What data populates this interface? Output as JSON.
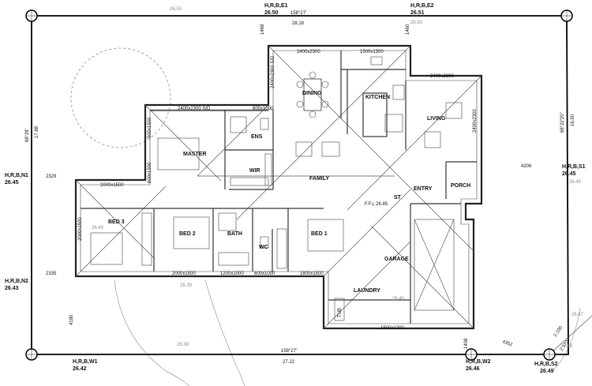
{
  "survey": {
    "corner_ne_label": "H,R,B,E1",
    "corner_ne_value": "26.50",
    "corner_ne2_label": "H,R,B,E2",
    "corner_ne2_value": "26.51",
    "corner_n1_label": "H,R,B,N1",
    "corner_n1_value": "26.45",
    "corner_n2_label": "H,R,B,N2",
    "corner_n2_value": "26.43",
    "corner_s1_label": "H,R,B,S1",
    "corner_s1_value": "26.45",
    "corner_w1_label": "H,R,B,W1",
    "corner_w1_value": "26.42",
    "corner_w2_label": "H,R,B,W2",
    "corner_w2_value": "26.46",
    "corner_s2_label": "H,R,B,S2",
    "corner_s2_value": "26.49",
    "top_spot": "26.50",
    "bearing_top": "158°27'",
    "length_top": "28.18",
    "bearing_bottom": "158°27'",
    "length_bottom": "27.22",
    "bearing_left": "68°28'",
    "length_left": "17.88",
    "bearing_right": "68°22'20\"",
    "length_right": "16.90",
    "spot_1": "26.39",
    "spot_2": "26.39",
    "spot_3": "26.45",
    "spot_4": "26.45",
    "spot_5": "26.47",
    "spot_6": "26.49",
    "spot_7": "26.50",
    "spot_8": "26.43",
    "ffl": "F.F.L 26.85"
  },
  "rooms": {
    "dining": "DINING",
    "kitchen": "KITCHEN",
    "living": "LIVING",
    "master": "MASTER",
    "ens": "ENS",
    "wir": "WIR",
    "family": "FAMILY",
    "st": "ST",
    "entry": "ENTRY",
    "porch": "PORCH",
    "bed3": "BED 3",
    "bed2": "BED 2",
    "bath": "BATH",
    "wc": "WC",
    "bed1": "BED 1",
    "garage": "GARAGE",
    "laundry": "LAUNDRY",
    "tub": "TUB"
  },
  "dimensions": {
    "d_1468": "1468",
    "d_1460": "1460",
    "d_2400x2300_dining": "2400x2300",
    "d_1500x1300": "1500x1300",
    "d_2400x2300_sd_v": "2400x2300 S/D",
    "d_2400x2300_living": "2400x2300",
    "d_2400x2300_sd": "2400x2300 S/D",
    "d_600x1000_top": "600x1000",
    "d_500x1500": "500x1500",
    "d_600x1500": "600x1500",
    "d_2400x2300_living_v": "2400x2300",
    "d_2329": "2329",
    "d_4206": "4206",
    "d_2000x1500_top": "2000x1500",
    "d_2000x1500_left": "2000x1500",
    "d_2335": "2335",
    "d_2000x1500_bottom": "2000x1500",
    "d_1200x1000": "1200x1000",
    "d_600x1000_bottom": "600x1000",
    "d_1800x1500": "1800x1500",
    "d_4180": "4180",
    "d_1500x1200": "1500x1200",
    "d_1408": "1408",
    "d_4352": "4352",
    "d_2100": "2.100",
    "d_2170": "2.170"
  }
}
